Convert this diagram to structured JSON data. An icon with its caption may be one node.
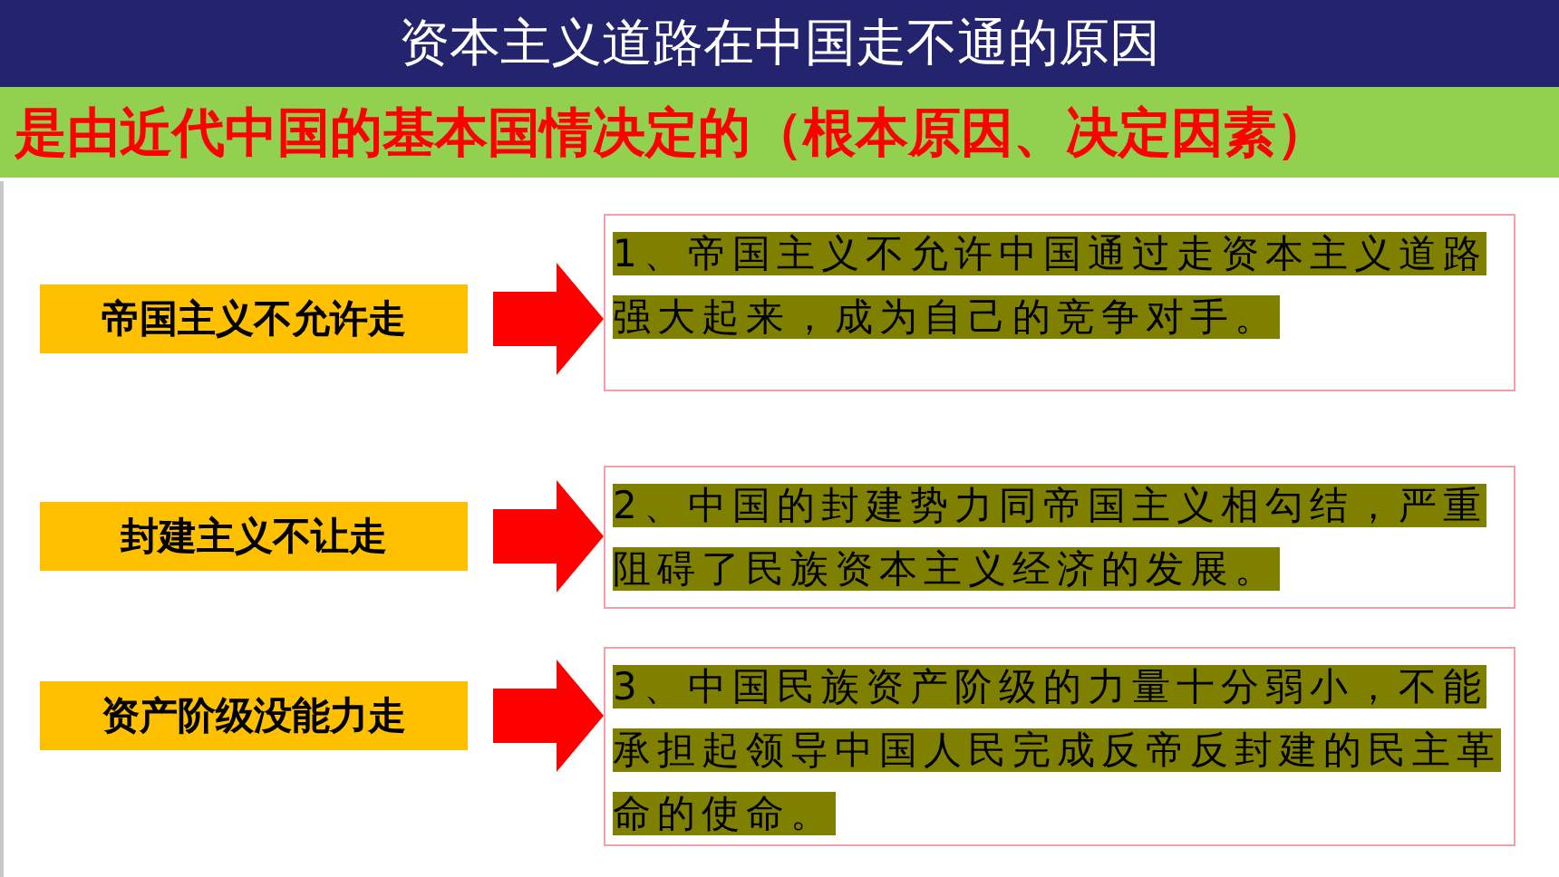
{
  "diagram": {
    "title": "资本主义道路在中国走不通的原因",
    "nodes": [
      {
        "text": [
          "帝国主义不允许走"
        ]
      },
      {
        "text": [
          "封建主义不让走"
        ]
      },
      {
        "text": [
          "资产阶级没能力走"
        ]
      },
      {
        "text": [
          "1、帝国主义不允许中国通过走资本主义道路强大起来，成为自己的竞争对手。"
        ]
      },
      {
        "text": [
          "2、中国的封建势力同帝国主义相勾结，严重阻碍了民族资本主义经济的发展。"
        ]
      },
      {
        "text": [
          "3、中国民族资产阶级的力量十分弱小，不能承担起领导中国人民完成反帝反封建的民主革命的使命。"
        ]
      }
    ],
    "edges": [
      {
        "from": 0,
        "to": 3,
        "arrow": "to"
      },
      {
        "from": 1,
        "to": 4,
        "arrow": "to"
      },
      {
        "from": 2,
        "to": 5,
        "arrow": "to"
      }
    ],
    "labels": [
      "是由近代中国的基本国情决定的（根本原因、决定因素）"
    ]
  }
}
